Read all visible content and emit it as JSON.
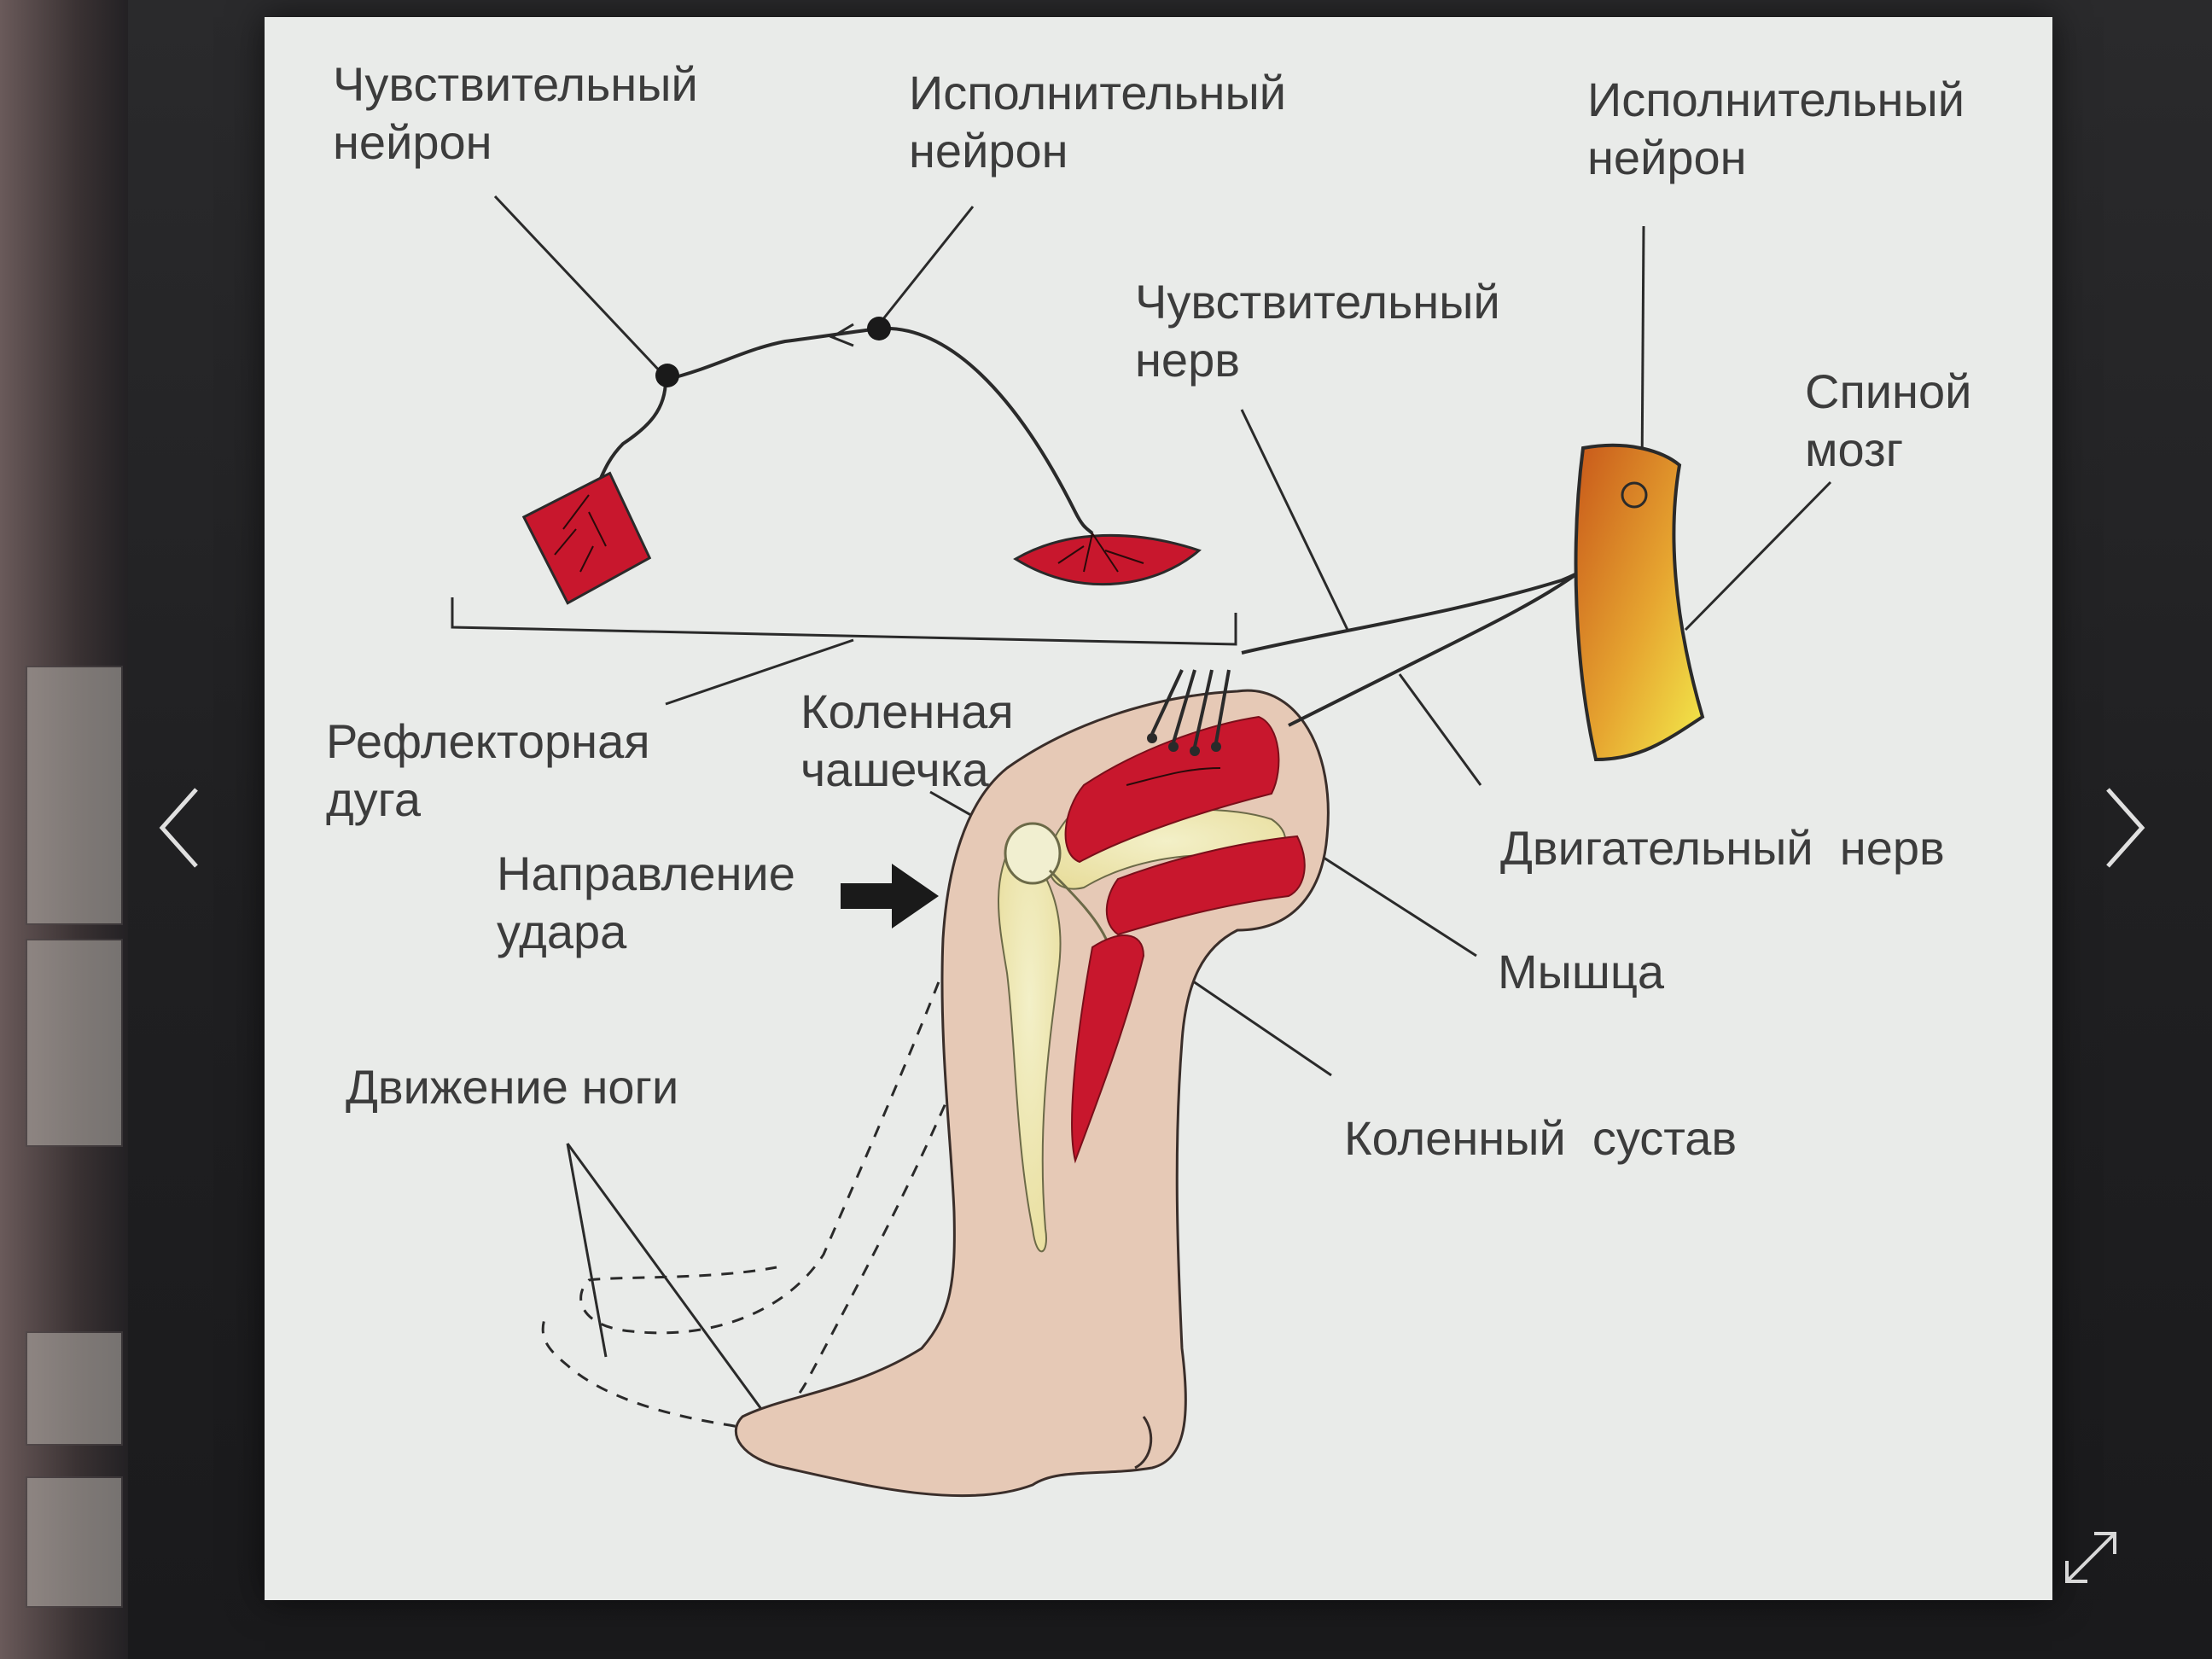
{
  "viewer": {
    "prev_icon": "chevron-left-icon",
    "next_icon": "chevron-right-icon",
    "fullscreen_icon": "expand-arrows-icon"
  },
  "colors": {
    "muscle": "#c8172d",
    "muscle_dark": "#7a0f1a",
    "skin": "#e6c9b6",
    "spine_yellow": "#f2e64a",
    "spine_orange": "#d06a1e",
    "bone": "#ece7b4",
    "line": "#2a2a2a",
    "label": "#3c3c3c",
    "slide_bg": "#e9ebe9"
  },
  "diagram": {
    "labels": {
      "sensory_neuron": "Чувствительный\nнейрон",
      "motor_neuron_top": "Исполнительный\nнейрон",
      "motor_neuron_right": "Исполнительный\nнейрон",
      "sensory_nerve": "Чувствительный\nнерв",
      "spinal_cord": "Спиной\nмозг",
      "reflex_arc": "Рефлекторная\nдуга",
      "kneecap": "Коленная\nчашечка",
      "strike_direction": "Направление\nудара",
      "motor_nerve": "Двигательный  нерв",
      "muscle": "Мышца",
      "leg_movement": "Движение ноги",
      "knee_joint": "Коленный  сустав"
    }
  }
}
